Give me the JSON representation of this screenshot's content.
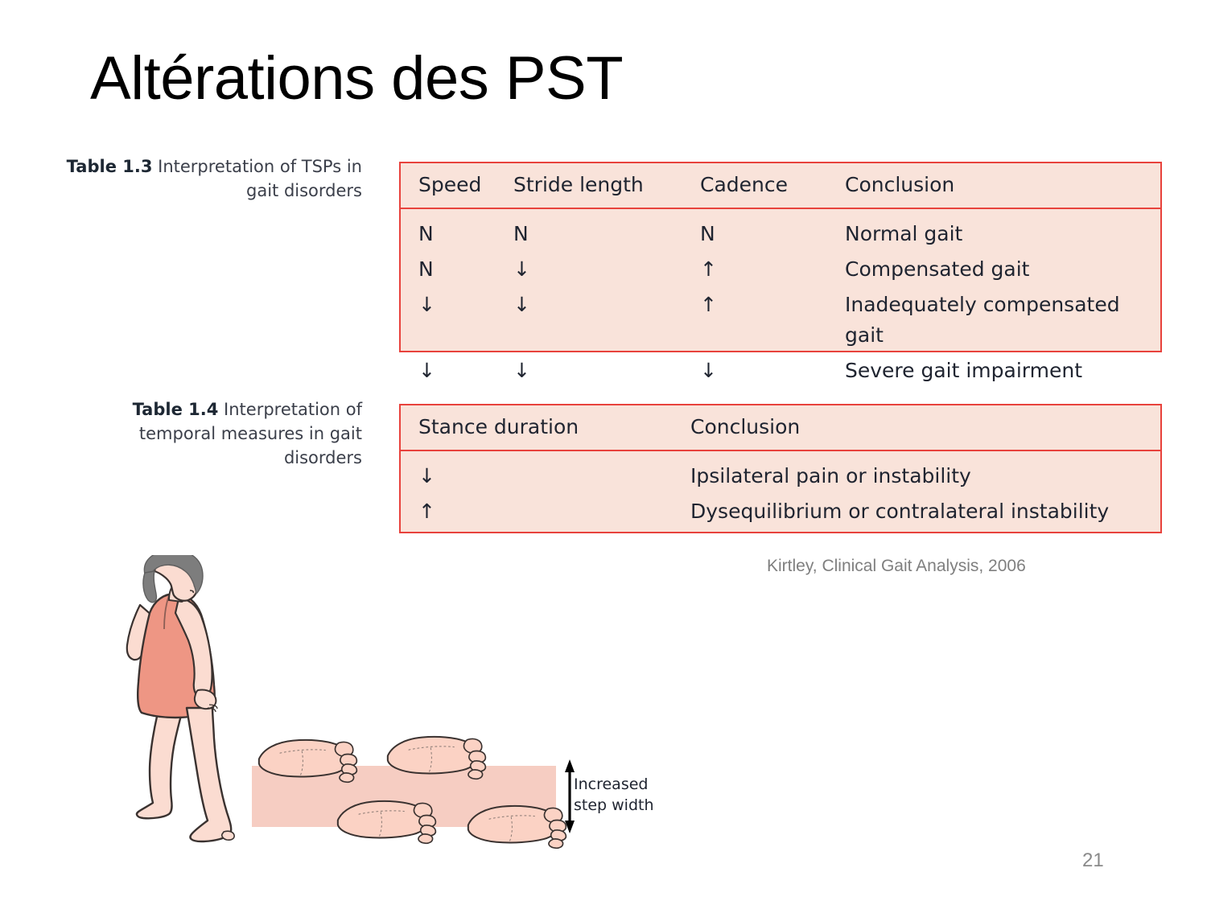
{
  "slide": {
    "title": "Altérations des PST",
    "page_number": "21",
    "citation": "Kirtley, Clinical Gait Analysis, 2006"
  },
  "captions": {
    "table_1": {
      "label": "Table 1.3",
      "text": "Interpretation of TSPs in gait disorders"
    },
    "table_2": {
      "label": "Table 1.4",
      "text": "Interpretation of temporal measures in gait disorders"
    }
  },
  "table_1": {
    "headers": [
      "Speed",
      "Stride length",
      "Cadence",
      "Conclusion"
    ],
    "rows": [
      [
        "N",
        "N",
        "N",
        "Normal gait"
      ],
      [
        "N",
        "↓",
        "↑",
        "Compensated gait"
      ],
      [
        "↓",
        "↓",
        "↑",
        "Inadequately compensated gait"
      ],
      [
        "↓",
        "↓",
        "↓",
        "Severe gait impairment"
      ]
    ]
  },
  "table_2": {
    "headers": [
      "Stance duration",
      "Conclusion"
    ],
    "rows": [
      [
        "↓",
        "Ipsilateral pain or instability"
      ],
      [
        "↑",
        "Dysequilibrium or contralateral instability"
      ]
    ]
  },
  "figure": {
    "annotation_line_1": "Increased",
    "annotation_line_2": "step width",
    "colors": {
      "band": "#f6cdc2",
      "skin": "#fbdcd1",
      "dress": "#ee9684",
      "hair": "#7d7d7d",
      "outline": "#3a3230",
      "table_bg": "#f9e3da",
      "table_border": "#e8423c"
    }
  }
}
